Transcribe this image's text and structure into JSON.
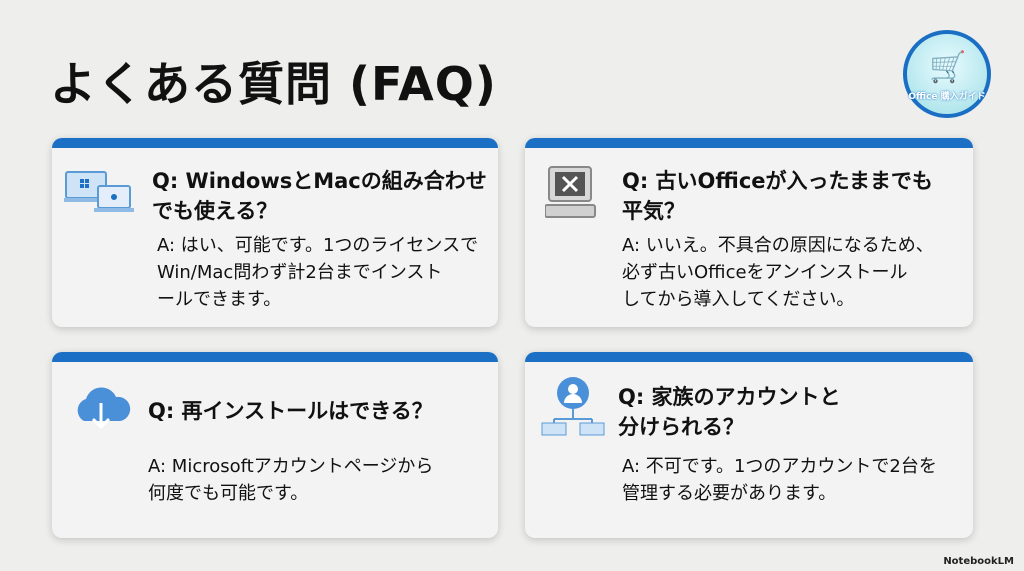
{
  "title": "よくある質問 (FAQ)",
  "badge": {
    "text": "Office 購入ガイド",
    "icon": "shopping-cart-icon"
  },
  "accent": "#1b6fc5",
  "cards": [
    {
      "icon": "laptops-windows-mac-icon",
      "q": [
        "Q: WindowsとMacの組み合わせ",
        "でも使える？"
      ],
      "a": [
        "A: はい、可能です。1つのライセンスで",
        "Win/Mac問わず計2台までインスト",
        "ールできます。"
      ]
    },
    {
      "icon": "old-computer-x-icon",
      "q": [
        "Q: 古いOfficeが入ったままでも",
        "平気？"
      ],
      "a": [
        "A: いいえ。不具合の原因になるため、",
        "必ず古いOfficeをアンインストール",
        "してから導入してください。"
      ]
    },
    {
      "icon": "cloud-download-icon",
      "q": [
        "Q: 再インストールはできる？"
      ],
      "a": [
        "A: Microsoftアカウントページから",
        "何度でも可能です。"
      ]
    },
    {
      "icon": "user-network-icon",
      "q": [
        "Q: 家族のアカウントと",
        "分けられる？"
      ],
      "a": [
        "A: 不可です。1つのアカウントで2台を",
        "管理する必要があります。"
      ]
    }
  ],
  "footer": "NotebookLM"
}
